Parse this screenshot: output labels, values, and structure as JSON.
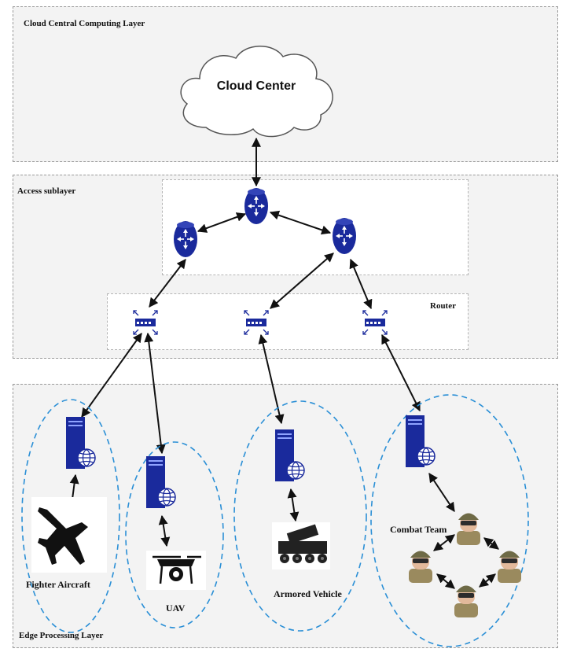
{
  "layers": {
    "cloud": {
      "label": "Cloud Central Computing Layer",
      "center_label": "Cloud Center"
    },
    "access": {
      "label": "Access sublayer",
      "router_label": "Router"
    },
    "edge": {
      "label": "Edge Processing Layer"
    }
  },
  "devices": {
    "fighter": "Fighter Aircraft",
    "uav": "UAV",
    "armored": "Armored Vehicle",
    "combat": "Combat Team"
  },
  "colors": {
    "node_blue": "#1a2a9c",
    "arrow": "#111111",
    "cluster_dash": "#2a8fd6",
    "layer_bg": "#f3f3f3"
  }
}
